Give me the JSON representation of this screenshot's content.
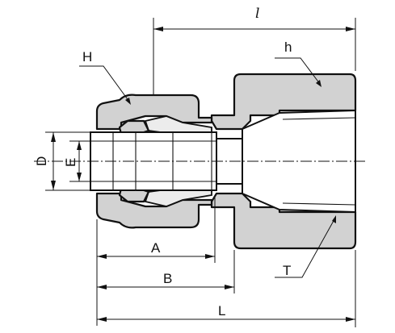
{
  "diagram": {
    "labels": {
      "l": "l",
      "H": "H",
      "h": "h",
      "D": "D",
      "E": "E",
      "T": "T",
      "A": "A",
      "B": "B",
      "L": "L"
    },
    "colors": {
      "section_fill": "#d2d2d2",
      "line": "#111111",
      "background": "#ffffff"
    }
  }
}
